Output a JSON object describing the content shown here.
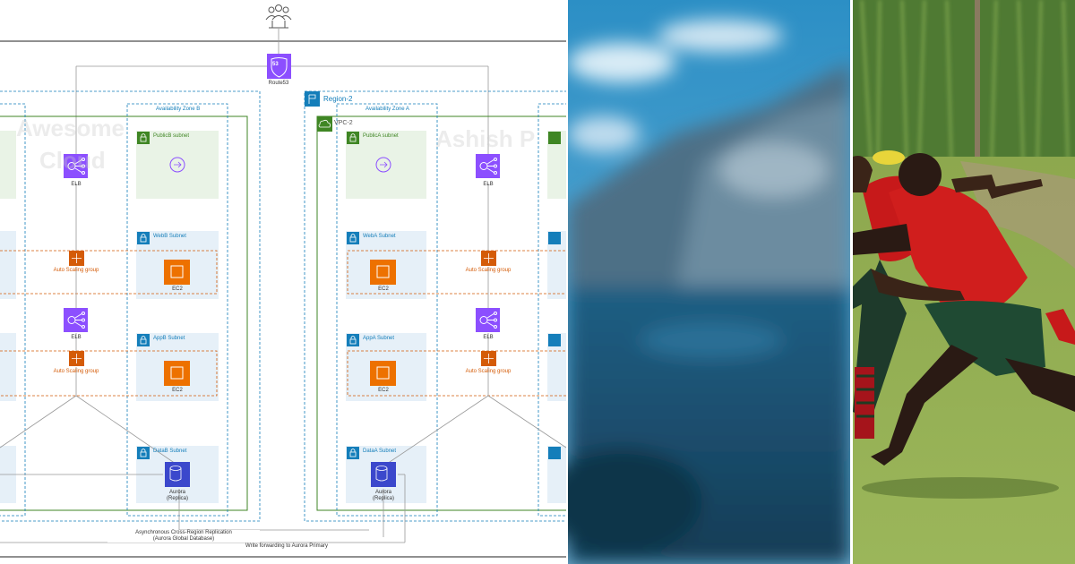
{
  "diagram": {
    "users_icon": "users-icon",
    "route53": "Route53",
    "route53_badge": "53",
    "region2": "Region-2",
    "vpc2": "VPC-2",
    "az_b": "Availability Zone B",
    "az_a": "Availability Zone A",
    "publicb": "PublicB subnet",
    "publica": "PublicA subnet",
    "webb": "WebB Subnet",
    "weba": "WebA Subnet",
    "appb": "AppB Subnet",
    "appa": "AppA Subnet",
    "datab": "DataB Subnet",
    "dataa": "DataA Subnet",
    "elb": "ELB",
    "asg": "Auto Scaling group",
    "ec2": "EC2",
    "aurora": "Aurora",
    "replica": "(Replica)",
    "replication_line1": "Asynchronous Cross-Region Replication",
    "replication_line2": "(Aurora Global Database)",
    "write_forwarding": "Write forwarding to Aurora Primary",
    "watermark_left_1": "Awesome",
    "watermark_left_2": "Cloud",
    "watermark_right": "Ashish P",
    "colors": {
      "route53": "#8c4fff",
      "elb": "#8c4fff",
      "ec2": "#ed7100",
      "aurora": "#3b48cc",
      "subnet_green_bg": "#e9f3e6",
      "subnet_blue_bg": "#e6f0f8",
      "vpc_border": "#3f8624",
      "az_border": "#147eba",
      "asg_border": "#d45b07"
    }
  },
  "photos": {
    "lake": "blurred-lake-mountain-photo",
    "rugby": "rugby-players-photo"
  }
}
